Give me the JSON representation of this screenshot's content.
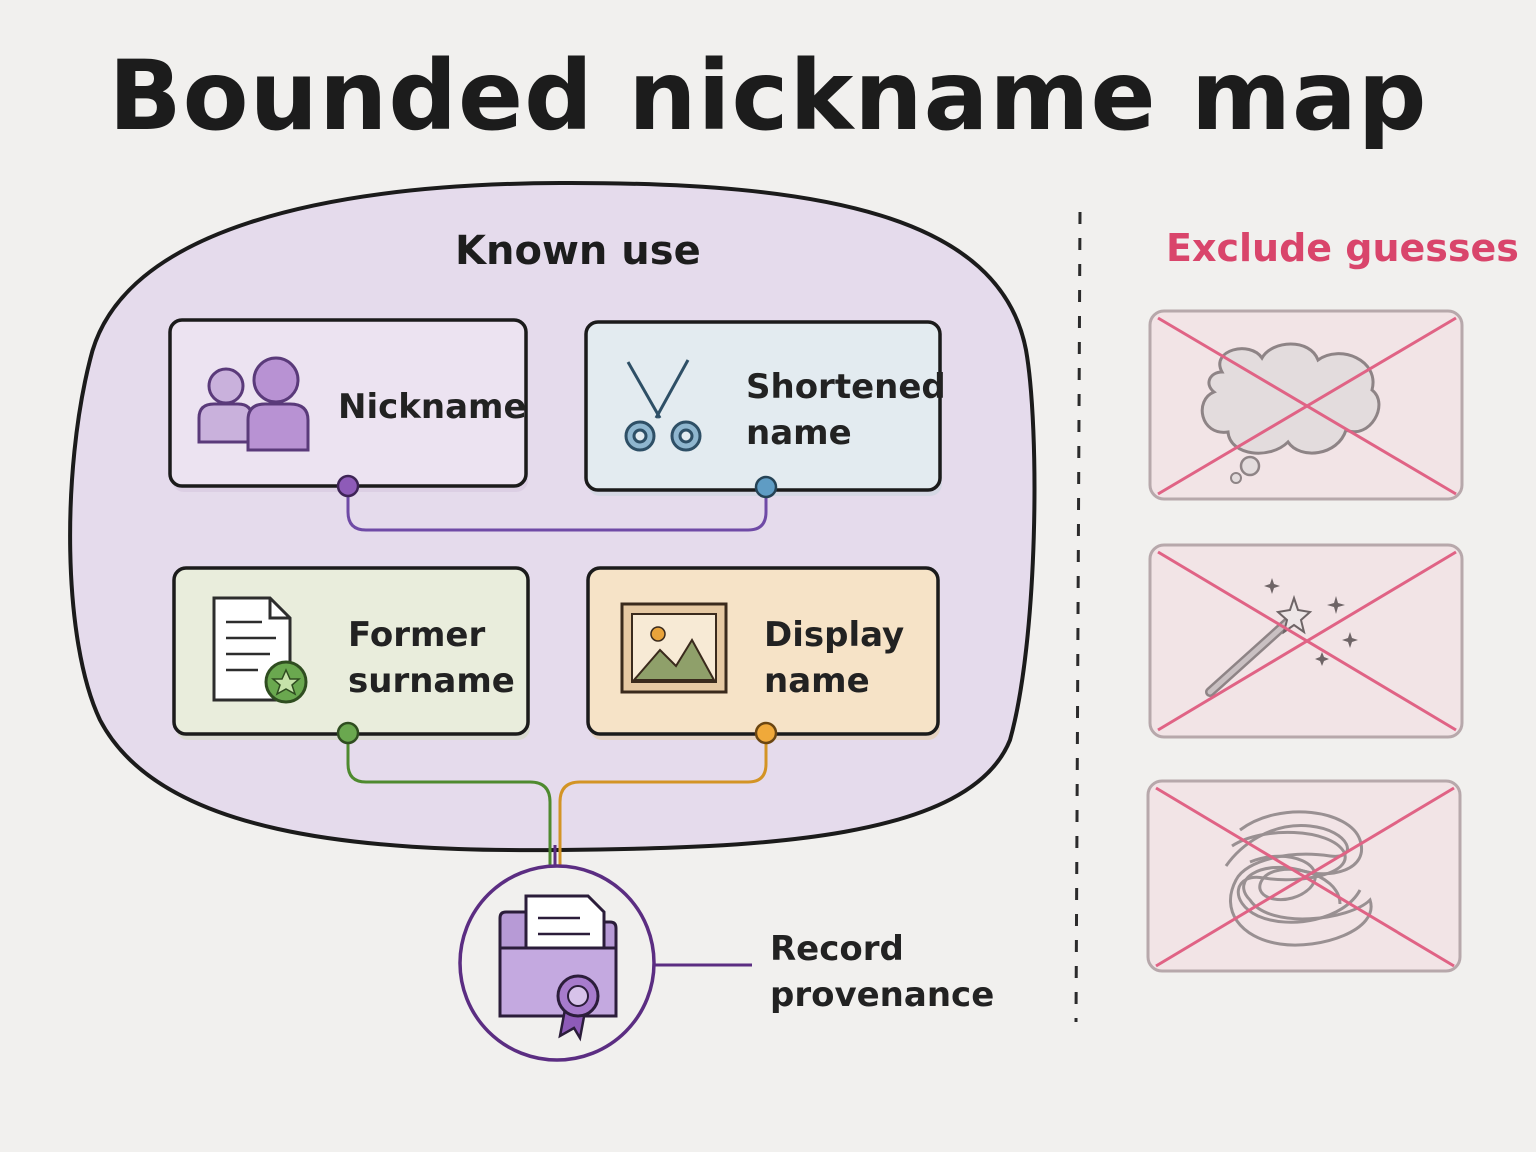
{
  "title": "Bounded nickname map",
  "known_use": {
    "heading": "Known use",
    "cards": [
      {
        "id": "nickname",
        "label": "Nickname",
        "icon": "people-icon",
        "color": "#8e5bb8",
        "fill": "#ece3f1"
      },
      {
        "id": "shortened",
        "label": "Shortened\nname",
        "icon": "scissors-icon",
        "color": "#3f7fa8",
        "fill": "#e3ebf0"
      },
      {
        "id": "former",
        "label": "Former\nsurname",
        "icon": "document-star-icon",
        "color": "#4e8a2f",
        "fill": "#e9eddc"
      },
      {
        "id": "display",
        "label": "Display\nname",
        "icon": "image-frame-icon",
        "color": "#d39425",
        "fill": "#f6e3c7"
      }
    ]
  },
  "provenance": {
    "label": "Record\nprovenance",
    "icon": "folder-certificate-icon",
    "color": "#5b2d82"
  },
  "exclude": {
    "heading": "Exclude guesses",
    "color": "#d9456b",
    "items": [
      {
        "icon": "thought-cloud-icon"
      },
      {
        "icon": "magic-wand-icon"
      },
      {
        "icon": "scribble-icon"
      }
    ]
  }
}
